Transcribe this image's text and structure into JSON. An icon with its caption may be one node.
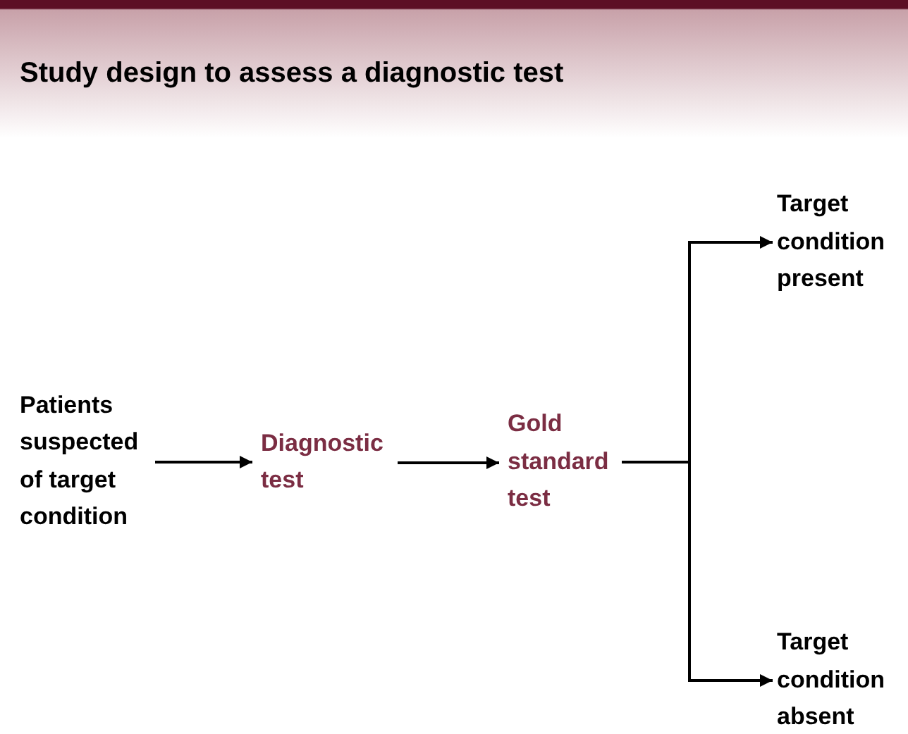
{
  "diagram": {
    "title": "Study design to assess a diagnostic test",
    "nodes": [
      {
        "text": [
          "Patients suspected of target condition"
        ]
      },
      {
        "text": [
          "Diagnostic test"
        ]
      },
      {
        "text": [
          "Gold standard test"
        ]
      },
      {
        "text": [
          "Target condition present"
        ]
      },
      {
        "text": [
          "Target condition absent"
        ]
      }
    ],
    "edges": [
      {
        "from": 0,
        "to": 1,
        "arrow": "to"
      },
      {
        "from": 1,
        "to": 2,
        "arrow": "to"
      },
      {
        "from": 2,
        "to": 3,
        "arrow": "to"
      },
      {
        "from": 2,
        "to": 4,
        "arrow": "to"
      }
    ]
  }
}
